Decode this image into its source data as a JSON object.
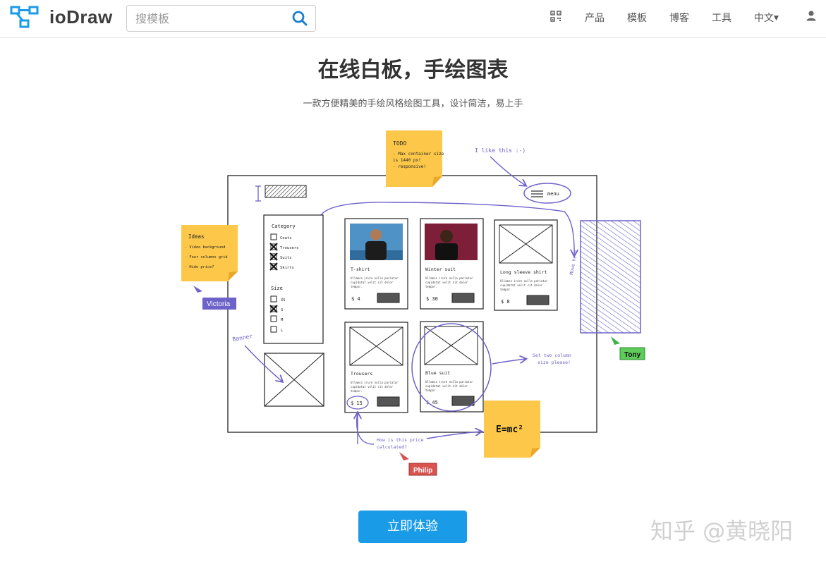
{
  "header": {
    "brand": "ioDraw",
    "search_placeholder": "搜模板",
    "nav": {
      "product": "产品",
      "templates": "模板",
      "blog": "博客",
      "tools": "工具",
      "language": "中文"
    }
  },
  "hero": {
    "title": "在线白板，手绘图表",
    "subtitle": "一款方便精美的手绘风格绘图工具，设计简洁，易上手"
  },
  "illustration": {
    "todo_note": {
      "title": "TODO",
      "lines": [
        "- Max container size",
        "is 1440 px!",
        "- responsive!"
      ]
    },
    "ideas_note": {
      "title": "Ideas",
      "lines": [
        "- Video background",
        "- Four columns grid",
        "- Hide price?"
      ]
    },
    "formula_note": "E=mc²",
    "comment_like": "I like this :-)",
    "menu_label": "menu",
    "banner_label": "Banner",
    "move_here": "Move here",
    "two_column": [
      "Set two column",
      "size please!"
    ],
    "price_question": [
      "How is this price",
      "calculated?"
    ],
    "category": {
      "title": "Category",
      "items": [
        "Coats",
        "Trousers",
        "Suits",
        "Skirts"
      ]
    },
    "size": {
      "title": "Size",
      "items": [
        "XS",
        "S",
        "M",
        "L"
      ]
    },
    "products": [
      {
        "name": "T-shirt",
        "price": "$ 4"
      },
      {
        "name": "Winter suit",
        "price": "$ 30"
      },
      {
        "name": "Long sleeve shirt",
        "price": "$ 8"
      },
      {
        "name": "Trousers",
        "price": "$ 15"
      },
      {
        "name": "Blue suit",
        "price": "$ 45"
      }
    ],
    "lorem": [
      "Ullamco irure nulla pariatur",
      "cupidatat velit sit dolor",
      "tempor."
    ],
    "cursors": {
      "victoria": "Victoria",
      "tony": "Tony",
      "philip": "Philip"
    }
  },
  "cta_label": "立即体验",
  "watermark": "知乎 @黄晓阳",
  "colors": {
    "accent": "#1a9be8",
    "sticky": "#fdc84a",
    "sketch": "#6c62c9"
  }
}
